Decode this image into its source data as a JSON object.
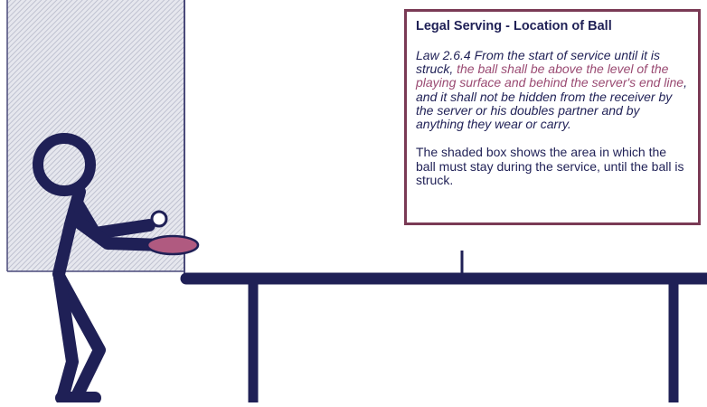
{
  "info_box": {
    "title": "Legal Serving - Location of Ball",
    "law_prefix": "Law 2.6.4 From the start of service until it is struck, ",
    "law_highlight": "the ball shall be above the level of the playing surface and behind the server's end line",
    "law_suffix": ", and it shall not be hidden from the receiver by the server or his doubles partner and by anything they wear or carry.",
    "note": "The shaded box shows the area in which the ball must stay during the service, until the ball is struck."
  },
  "colors": {
    "navy": "#1f2056",
    "border_purple": "#7a3a55",
    "highlight_pink": "#9a4a72",
    "bat_fill": "#b05a80",
    "shade_fill": "#cdd0dc"
  },
  "icons": {
    "player": "stick-figure-server",
    "bat": "paddle-icon",
    "ball": "ball-icon",
    "net": "net-post"
  }
}
